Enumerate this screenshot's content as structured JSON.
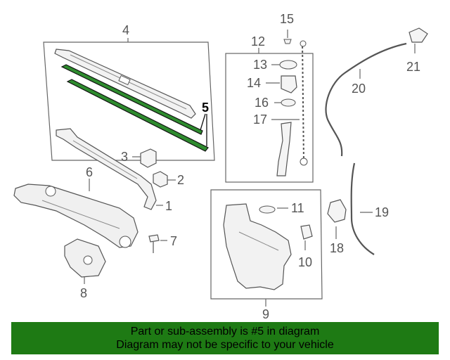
{
  "callouts": {
    "c1": "1",
    "c2": "2",
    "c3": "3",
    "c4": "4",
    "c5": "5",
    "c6": "6",
    "c7": "7",
    "c8": "8",
    "c9": "9",
    "c10": "10",
    "c11": "11",
    "c12": "12",
    "c13": "13",
    "c14": "14",
    "c15": "15",
    "c16": "16",
    "c17": "17",
    "c18": "18",
    "c19": "19",
    "c20": "20",
    "c21": "21"
  },
  "highlight_part": "5",
  "colors": {
    "banner": "#1e7a14",
    "highlight": "#2e8b2e",
    "line": "#666666"
  },
  "banner": {
    "line1": "Part or sub-assembly is #5 in diagram",
    "line2": "Diagram may not be specific to your vehicle"
  }
}
